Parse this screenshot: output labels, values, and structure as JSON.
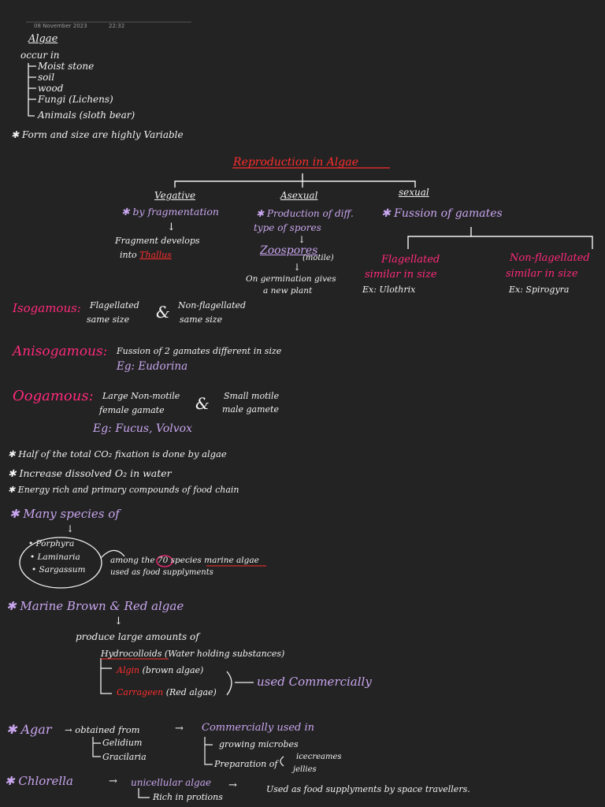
{
  "colors": {
    "background": "#232323",
    "ink": "#f2f2f2",
    "purple": "#c9a6ef",
    "pink": "#ff2a7a",
    "red": "#ff2d2d"
  },
  "header": {
    "date": "08 November 2023",
    "time": "22:32"
  },
  "algae": {
    "title": "Algae",
    "occurs": "occur in",
    "items": [
      "Moist stone",
      "soil",
      "wood",
      "Fungi (Lichens)",
      "Animals (sloth bear)"
    ],
    "form_note": "✱ Form and size are highly Variable"
  },
  "reproduction": {
    "title": "Reproduction in Algae",
    "vegetative": {
      "label": "Vegative",
      "line1": "✱ by fragmentation",
      "arrow": "↓",
      "frag1": "Fragment develops",
      "frag2_pre": "into",
      "frag2_em": "Thallus"
    },
    "asexual": {
      "label": "Asexual",
      "line1": "✱ Production of diff.",
      "line2": "type of spores",
      "arrow": "↓",
      "zoo": "Zoospores",
      "motile": "(motile)",
      "arrow2": "↓",
      "germ1": "On germination gives",
      "germ2": "a new plant"
    },
    "sexual": {
      "label": "sexual",
      "line1": "✱ Fussion of gamates",
      "flag_title": "Flagellated",
      "flag_sub": "similar in size",
      "flag_ex": "Ex: Ulothrix",
      "nonflag_title": "Non-flagellated",
      "nonflag_sub": "similar in size",
      "nonflag_ex": "Ex: Spirogyra"
    }
  },
  "gamy": {
    "iso_term": "Isogamous:",
    "iso_a1": "Flagellated",
    "iso_a2": "same size",
    "amp": "&",
    "iso_b1": "Non-flagellated",
    "iso_b2": "same size",
    "aniso_term": "Anisogamous:",
    "aniso_def": "Fussion of 2 gamates different in size",
    "aniso_eg": "Eg: Eudorina",
    "oo_term": "Oogamous:",
    "oo_a1": "Large Non-motile",
    "oo_a2": "female gamate",
    "oo_b1": "Small motile",
    "oo_b2": "male gamete",
    "oo_eg": "Eg: Fucus, Volvox"
  },
  "facts": [
    "✱ Half of the total CO₂ fixation is done by algae",
    "✱ Increase dissolved O₂ in water",
    "✱ Energy rich and primary compounds of food chain"
  ],
  "species": {
    "title": "✱ Many species of",
    "arrow": "↓",
    "list": [
      "• Porphyra",
      "• Laminaria",
      "• Sargassum"
    ],
    "among_pre": "among the",
    "num": "70",
    "among_mid": "species",
    "among_em": "marine algae",
    "used": "used as food supplyments"
  },
  "brown_red": {
    "title": "✱ Marine Brown & Red algae",
    "arrow": "↓",
    "l1": "produce large amounts of",
    "hydro": "Hydrocolloids",
    "hydro_rest": "(Water holding substances)",
    "algin": "Algin",
    "algin_rest": "(brown algae)",
    "carra": "Carrageen",
    "carra_rest": "(Red algae)",
    "used": "used Commercially"
  },
  "agar": {
    "title": "✱ Agar",
    "arrow1": "→ obtained from",
    "src1": "Gelidium",
    "src2": "Gracilaria",
    "arrow2": "→",
    "comm": "Commercially used in",
    "u1": "growing microbes",
    "u2": "Preparation of",
    "p1": "icecreames",
    "p2": "jellies"
  },
  "chlorella": {
    "title": "✱ Chlorella",
    "arrow1": "→",
    "uni": "unicellular algae",
    "rich": "Rich in protions",
    "arrow2": "→",
    "used": "Used as food supplyments by space travellers."
  }
}
